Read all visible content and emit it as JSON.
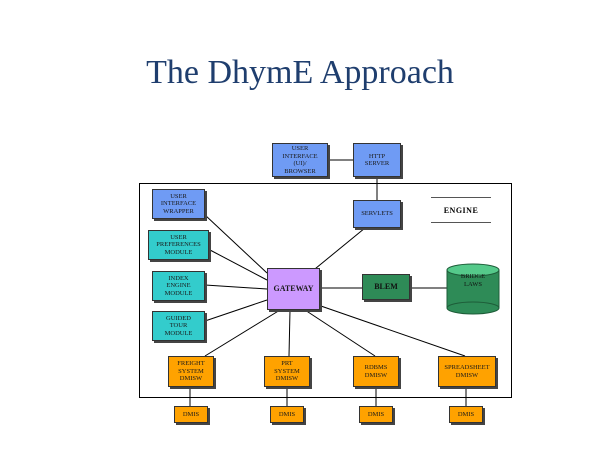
{
  "title": "The DhymE Approach",
  "engine_label": "ENGINE",
  "boxes": {
    "user_interface_browser": "USER\nINTERFACE\n(UI)/\nBROWSER",
    "http_server": "HTTP\nSERVER",
    "servlets": "SERVLETS",
    "ui_wrapper": "USER\nINTERFACE\nWRAPPER",
    "user_preferences": "USER\nPREFERENCES\nMODULE",
    "index_engine": "INDEX\nENGINE\nMODULE",
    "guided_tour": "GUIDED\nTOUR\nMODULE",
    "gateway": "GATEWAY",
    "blem": "BLEM",
    "bridge_laws": "BRIDGE\nLAWS",
    "freight": "FREIGHT\nSYSTEM\nDMISW",
    "prt": "PRT\nSYSTEM\nDMISW",
    "rdbms": "RDBMS\nDMISW",
    "spreadsheet": "SPREADSHEET\nDMISW",
    "dmis_1": "DMIS",
    "dmis_2": "DMIS",
    "dmis_3": "DMIS",
    "dmis_4": "DMIS"
  },
  "colors": {
    "title": "#1f3e6e",
    "blue_box": "#6f9bf4",
    "teal_box": "#33cccc",
    "orange_box": "#ffa200",
    "gateway": "#cc99ff",
    "blem": "#2e8b57",
    "drum": "#2e8b57"
  }
}
